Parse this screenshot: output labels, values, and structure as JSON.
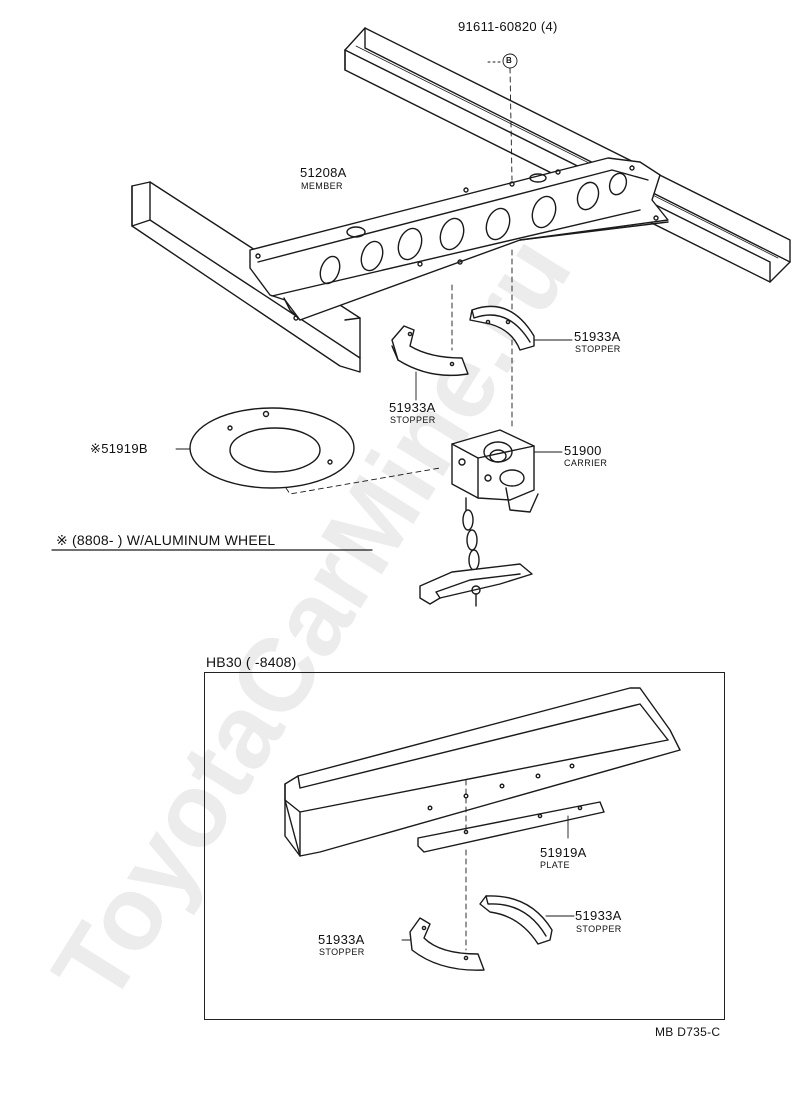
{
  "top": {
    "bolt": {
      "part": "91611-60820",
      "qty": "(4)",
      "marker": "B"
    },
    "member": {
      "part": "51208A",
      "name": "MEMBER"
    },
    "stopper_right": {
      "part": "51933A",
      "name": "STOPPER"
    },
    "stopper_left": {
      "part": "51933A",
      "name": "STOPPER"
    },
    "carrier": {
      "part": "51900",
      "name": "CARRIER"
    },
    "ring": {
      "mark": "※",
      "part": "51919B"
    },
    "note": "※ (8808-        ) W/ALUMINUM WHEEL"
  },
  "inset": {
    "title": "HB30 (        -8408)",
    "plate": {
      "part": "51919A",
      "name": "PLATE"
    },
    "stopper_right": {
      "part": "51933A",
      "name": "STOPPER"
    },
    "stopper_left": {
      "part": "51933A",
      "name": "STOPPER"
    }
  },
  "diagram_code": "MB D735-C",
  "watermark": "ToyotaCarMine.ru"
}
